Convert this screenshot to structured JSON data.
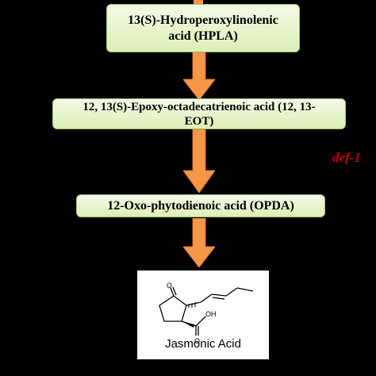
{
  "pathway": {
    "steps": [
      {
        "line1": "13(S)-Hydroperoxylinolenic",
        "line2": "acid (HPLA)"
      },
      {
        "line1": "12, 13(S)-Epoxy-octadecatrienoic acid (12, 13-",
        "line2": "EOT)"
      },
      {
        "line1": "12-Oxo-phytodienoic acid (OPDA)"
      }
    ],
    "enzyme_label": "def-1",
    "product": {
      "name": "Jasmonic Acid",
      "atoms": {
        "ketone_o": "O",
        "acid_oh": "OH",
        "acid_o": "O"
      }
    }
  },
  "colors": {
    "background": "#000000",
    "box_fill": "#dcefb6",
    "arrow": "#f79646",
    "enzyme_label": "#c00000"
  }
}
